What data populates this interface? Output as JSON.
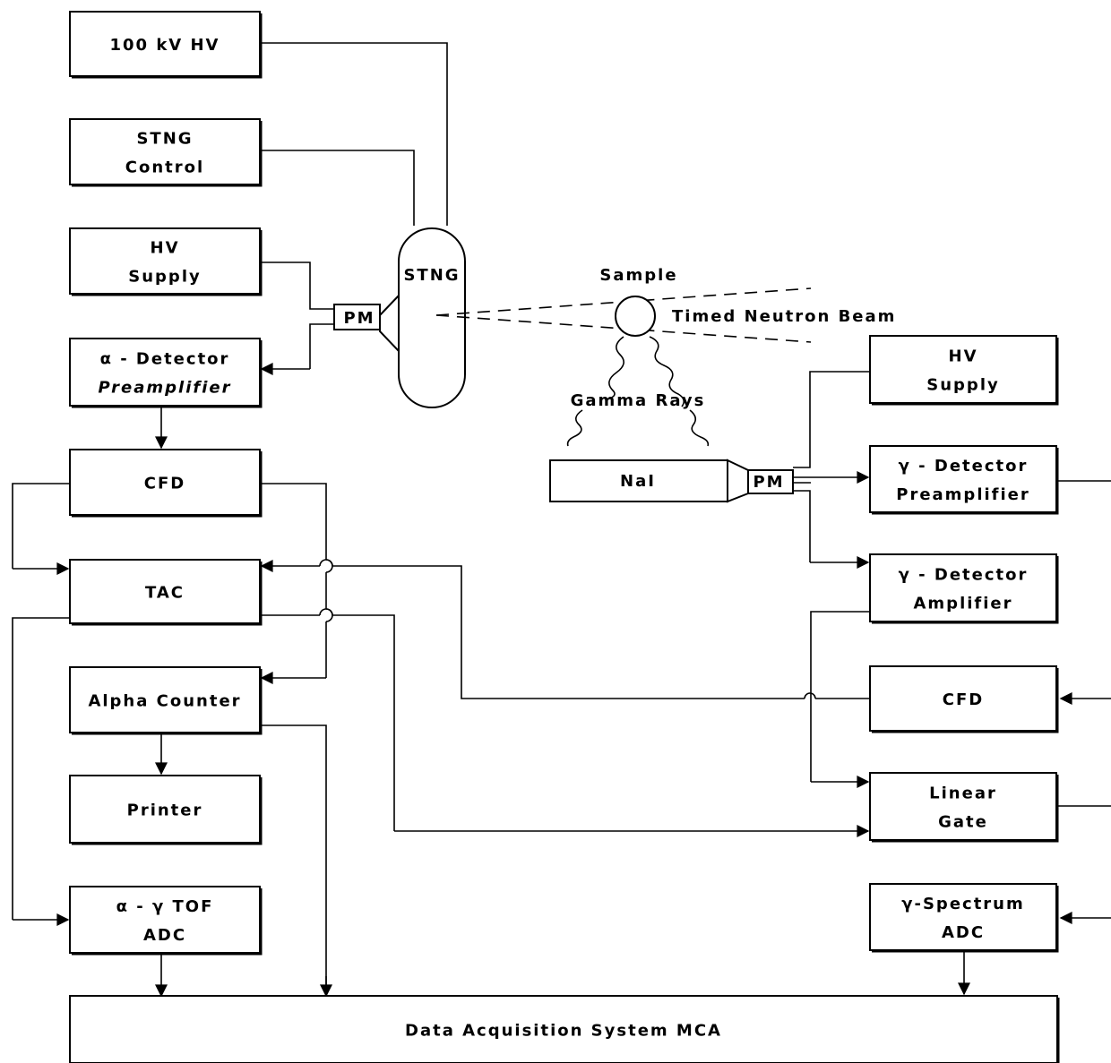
{
  "diagram": {
    "blocks": {
      "hv100": [
        "100 kV HV"
      ],
      "stng_control": [
        "STNG",
        "Control"
      ],
      "hv_supply_left": [
        "HV",
        "Supply"
      ],
      "alpha_preamp": [
        "α - Detector",
        "Preamplifier"
      ],
      "cfd_left": [
        "CFD"
      ],
      "tac": [
        "TAC"
      ],
      "alpha_counter": [
        "Alpha  Counter"
      ],
      "printer": [
        "Printer"
      ],
      "tof_adc": [
        "α - γ  TOF",
        "ADC"
      ],
      "hv_supply_right": [
        "HV",
        "Supply"
      ],
      "gamma_preamp": [
        "γ - Detector",
        "Preamplifier"
      ],
      "gamma_amp": [
        "γ - Detector",
        "Amplifier"
      ],
      "cfd_right": [
        "CFD"
      ],
      "linear_gate": [
        "Linear",
        "Gate"
      ],
      "gamma_adc": [
        "γ-Spectrum",
        "ADC"
      ],
      "daq": [
        "Data Acquisition System MCA"
      ]
    },
    "labels": {
      "stng": "STNG",
      "pm_left": "PM",
      "sample": "Sample",
      "neutron_beam": "Timed  Neutron Beam",
      "gamma_rays": "Gamma Rays",
      "nai": "NaI",
      "pm_right": "PM"
    }
  }
}
